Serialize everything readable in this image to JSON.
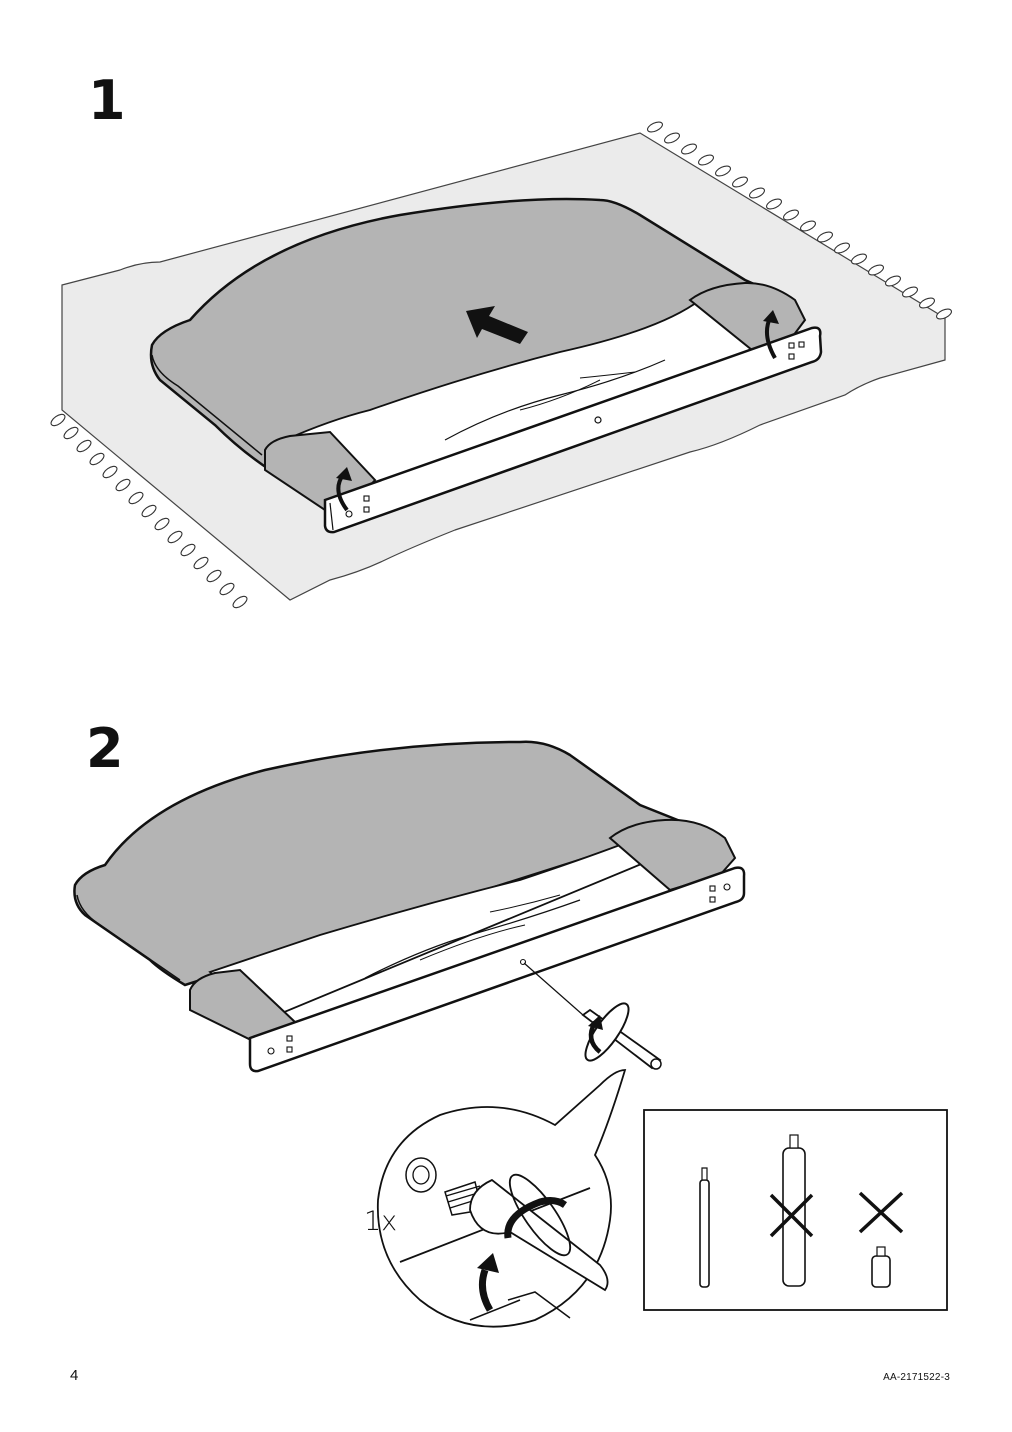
{
  "steps": [
    {
      "number": "1"
    },
    {
      "number": "2"
    }
  ],
  "detail": {
    "quantity": "1x"
  },
  "footer": {
    "page_number": "4",
    "document_code": "AA-2171522-3"
  },
  "icons": {
    "push_arrow": "arrow-up-left-icon",
    "fold_arrows": "curved-arrow-icon",
    "screw_turn": "rotate-clockwise-icon",
    "wrong_part": "cross-icon"
  },
  "colors": {
    "fabric": "#b4b4b4",
    "outline": "#111111",
    "mat": "#ebebeb",
    "frame": "#ffffff"
  }
}
